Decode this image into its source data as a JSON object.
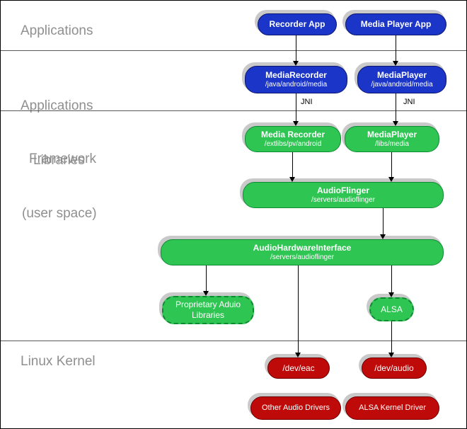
{
  "sections": {
    "applications": "Applications",
    "framework_line1": "Applications",
    "framework_line2": "Framework",
    "libraries_line1": "Libraries",
    "libraries_line2": "(user space)",
    "kernel": "Linux Kernel"
  },
  "labels": {
    "jni_left": "JNI",
    "jni_right": "JNI"
  },
  "nodes": {
    "recorder_app": {
      "title": "Recorder App"
    },
    "media_player_app": {
      "title": "Media Player App"
    },
    "media_recorder_fw": {
      "title": "MediaRecorder",
      "subtitle": "/java/android/media"
    },
    "media_player_fw": {
      "title": "MediaPlayer",
      "subtitle": "/java/android/media"
    },
    "media_recorder_lib": {
      "title": "Media Recorder",
      "subtitle": "/extlibs/pv/android"
    },
    "media_player_lib": {
      "title": "MediaPlayer",
      "subtitle": "/libs/media"
    },
    "audioflinger": {
      "title": "AudioFlinger",
      "subtitle": "/servers/audioflinger"
    },
    "audio_hardware_interface": {
      "title": "AudioHardwareInterface",
      "subtitle": "/servers/audioflinger"
    },
    "proprietary_audio_libraries": {
      "title": "Proprietary Aduio",
      "subtitle": "Libraries"
    },
    "alsa": {
      "title": "ALSA"
    },
    "dev_eac": {
      "title": "/dev/eac"
    },
    "dev_audio": {
      "title": "/dev/audio"
    },
    "other_audio_drivers": {
      "title": "Other Audio Drivers"
    },
    "alsa_kernel_driver": {
      "title": "ALSA Kernel Driver"
    }
  },
  "colors": {
    "app_blue": "#1b35c8",
    "lib_green": "#2fc553",
    "kernel_red": "#bf0a0a",
    "shadow_gray": "#c9c9c9",
    "section_label_gray": "#8f8f8f"
  }
}
